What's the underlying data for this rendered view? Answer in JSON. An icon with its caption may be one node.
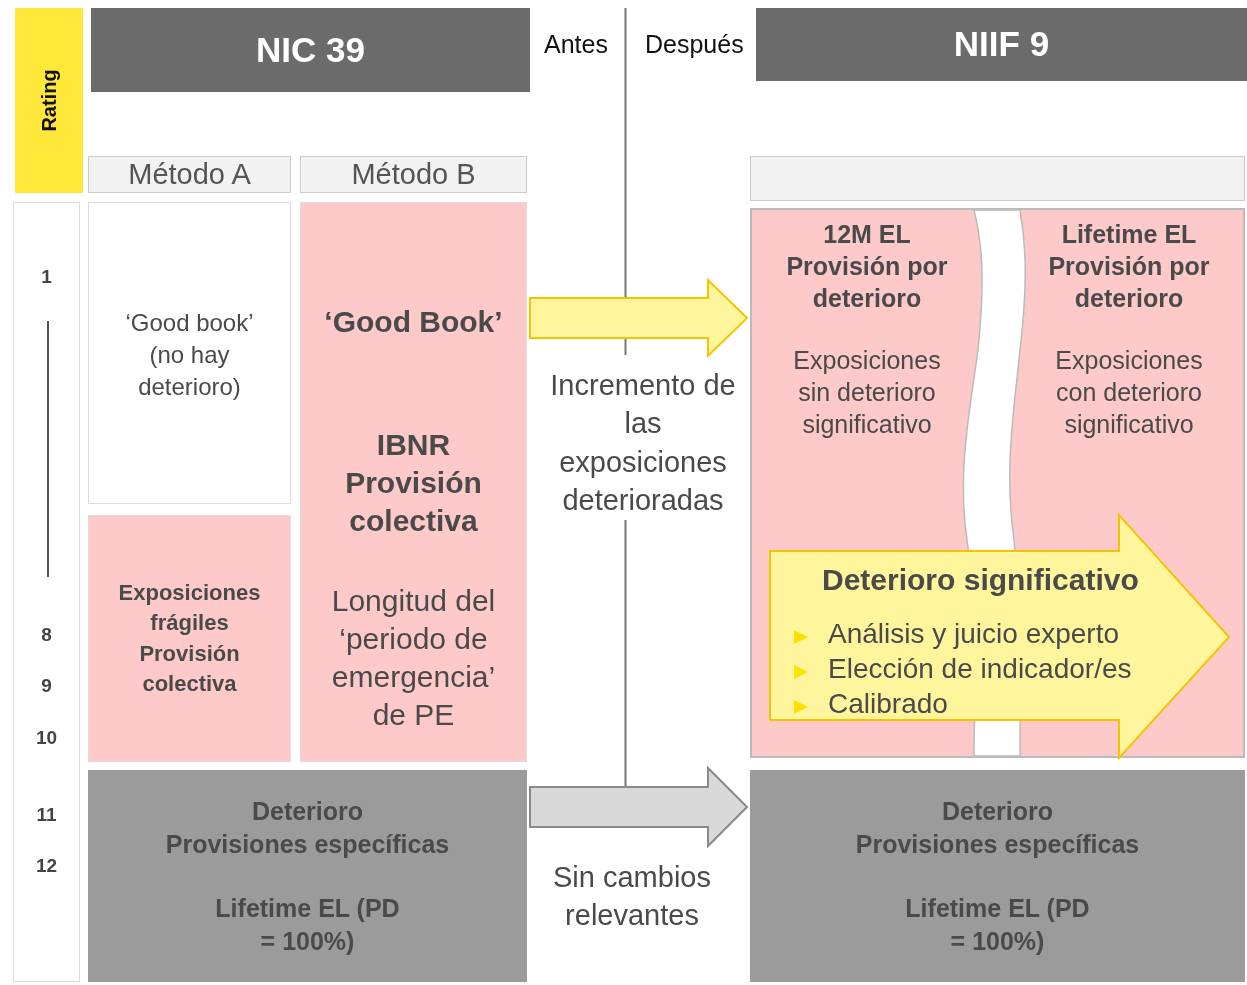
{
  "diagram": {
    "nodes": [
      {
        "text": [
          "Rating"
        ]
      },
      {
        "text": [
          "NIC 39"
        ]
      },
      {
        "text": [
          "NIIF 9"
        ]
      },
      {
        "text": [
          "Método A"
        ]
      },
      {
        "text": [
          "Método B"
        ]
      },
      {
        "text": [],
        "shape": "box"
      },
      {
        "text": [
          "1",
          "8",
          "9",
          "10",
          "11",
          "12"
        ]
      },
      {
        "text": [
          "‘Good book’ (no hay deterioro)"
        ]
      },
      {
        "text": [
          "Exposiciones frágiles Provisión colectiva"
        ]
      },
      {
        "text": [
          "‘Good Book’",
          "IBNR Provisión colectiva",
          "Longitud del ‘periodo de emergencia’ de PE"
        ]
      },
      {
        "text": [
          "Deterioro",
          "Provisiones específicas",
          "Lifetime EL (PD = 100%)"
        ]
      },
      {
        "text": [],
        "shape": "box"
      },
      {
        "text": [
          "12M EL Provisión por deterioro",
          "Exposiciones sin deterioro significativo"
        ],
        "in": 11
      },
      {
        "text": [
          "Lifetime EL Provisión por deterioro",
          "Exposiciones con deterioro significativo"
        ],
        "in": 11
      },
      {
        "text": [
          "Deterioro significativo",
          "Análisis y juicio experto",
          "Elección de indicador/es",
          "Calibrado"
        ],
        "in": 11
      },
      {
        "text": [
          "Deterioro",
          "Provisiones específicas",
          "Lifetime EL (PD = 100%)"
        ]
      }
    ],
    "edges": [
      {
        "from": 9,
        "to": 11,
        "arrow": "to",
        "label": "Incremento de las exposiciones deterioradas",
        "color": "#fff59d"
      },
      {
        "from": 10,
        "to": 15,
        "arrow": "to",
        "label": "Sin cambios relevantes",
        "color": "#d9d9d9"
      }
    ],
    "labels": [
      "Antes",
      "Después"
    ]
  }
}
